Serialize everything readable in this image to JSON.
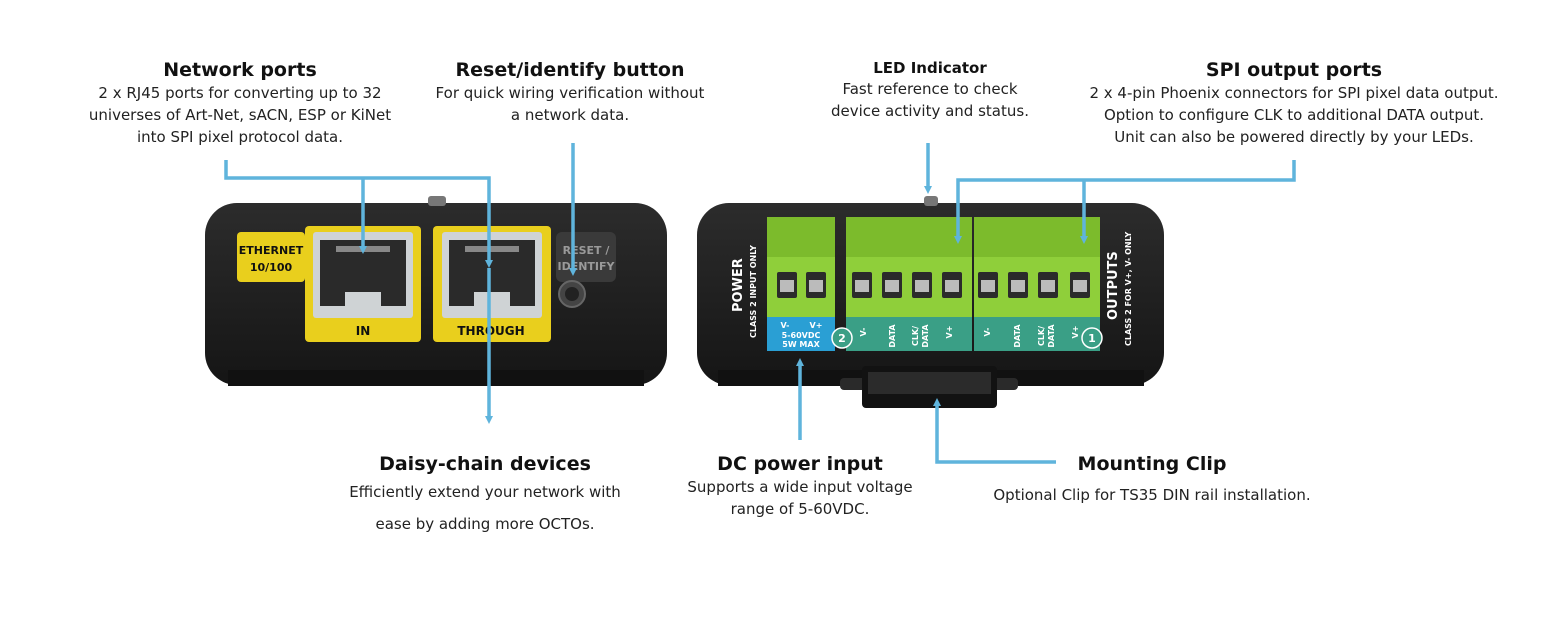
{
  "callouts": {
    "network_ports": {
      "title": "Network ports",
      "lines": [
        "2 x RJ45 ports for converting up to 32",
        "universes of Art-Net, sACN, ESP or KiNet",
        "into SPI pixel protocol data."
      ]
    },
    "reset_button": {
      "title": "Reset/identify button",
      "lines": [
        "For quick wiring verification without",
        "a network data."
      ]
    },
    "led_indicator": {
      "title": "LED Indicator",
      "lines": [
        "Fast reference to check",
        "device activity and status."
      ]
    },
    "spi_outputs": {
      "title": "SPI output ports",
      "lines": [
        "2 x 4-pin Phoenix connectors for SPI pixel data output.",
        "Option to configure CLK to additional DATA output.",
        "Unit can also be powered directly by your LEDs."
      ]
    },
    "daisy_chain": {
      "title": "Daisy-chain devices",
      "lines": [
        "Efficiently extend your network with",
        "ease by adding more OCTOs."
      ]
    },
    "dc_power": {
      "title": "DC power input",
      "lines": [
        "Supports a wide input voltage",
        "range of 5-60VDC."
      ]
    },
    "mounting_clip": {
      "title": "Mounting Clip",
      "lines": [
        "Optional Clip for TS35 DIN rail installation."
      ]
    }
  },
  "device_labels": {
    "ethernet": "ETHERNET",
    "ethernet_speed": "10/100",
    "port_in": "IN",
    "port_through": "THROUGH",
    "reset": "RESET /",
    "identify": "IDENTIFY",
    "power": "POWER",
    "power_class": "CLASS 2 INPUT ONLY",
    "vminus": "V-",
    "vplus": "V+",
    "voltage": "5-60VDC",
    "watts": "5W MAX",
    "pin_vminus": "V-",
    "pin_data": "DATA",
    "pin_clk": "CLK/",
    "pin_clk2": "DATA",
    "pin_vplus": "V+",
    "port2": "2",
    "port1": "1",
    "outputs": "OUTPUTS",
    "outputs_class": "CLASS 2 FOR V+, V- ONLY"
  },
  "colors": {
    "leader": "#5fb4dc",
    "housing": "#1c1c1c",
    "ethernet_yellow": "#e9cf1d",
    "terminal_green": "#8fcf3a",
    "pin_teal": "#3a9f86",
    "power_blue": "#2a9fd4"
  }
}
